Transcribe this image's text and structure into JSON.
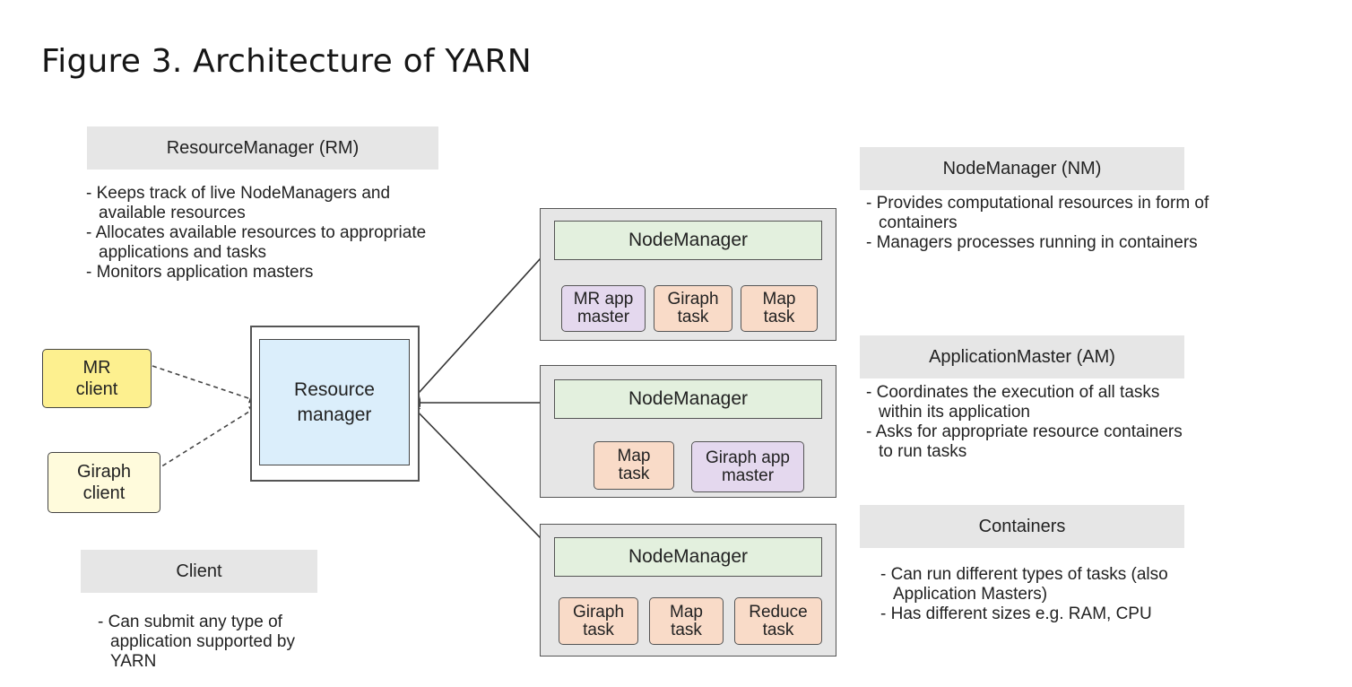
{
  "title": "Figure 3. Architecture of YARN",
  "sections": {
    "rm": {
      "header": "ResourceManager (RM)",
      "items": [
        "Keeps track of live NodeManagers and available resources",
        "Allocates available resources to appropriate applications and tasks",
        "Monitors application masters"
      ]
    },
    "nm": {
      "header": "NodeManager (NM)",
      "items": [
        "Provides computational resources in form of containers",
        "Managers processes running in containers"
      ]
    },
    "am": {
      "header": "ApplicationMaster (AM)",
      "items": [
        "Coordinates the execution of all tasks within its application",
        "Asks for appropriate resource containers to run tasks"
      ]
    },
    "containers": {
      "header": "Containers",
      "items": [
        "Can run different types of tasks (also Application Masters)",
        "Has different sizes e.g. RAM, CPU"
      ]
    },
    "client": {
      "header": "Client",
      "items": [
        "Can submit any type of application supported by YARN"
      ]
    }
  },
  "resource_manager": {
    "label": "Resource\nmanager"
  },
  "clients": {
    "mr": {
      "label": "MR\nclient",
      "color": "#fdf08f"
    },
    "giraph": {
      "label": "Giraph\nclient",
      "color": "#fffbdc"
    }
  },
  "node_groups": [
    {
      "nodemanager": "NodeManager",
      "tasks": [
        {
          "label": "MR app\nmaster",
          "kind": "app-master"
        },
        {
          "label": "Giraph\ntask",
          "kind": "task"
        },
        {
          "label": "Map\ntask",
          "kind": "task"
        }
      ]
    },
    {
      "nodemanager": "NodeManager",
      "tasks": [
        {
          "label": "Map\ntask",
          "kind": "task"
        },
        {
          "label": "Giraph app\nmaster",
          "kind": "app-master"
        }
      ]
    },
    {
      "nodemanager": "NodeManager",
      "tasks": [
        {
          "label": "Giraph\ntask",
          "kind": "task"
        },
        {
          "label": "Map\ntask",
          "kind": "task"
        },
        {
          "label": "Reduce\ntask",
          "kind": "task"
        }
      ]
    }
  ],
  "colors": {
    "header_bg": "#e6e6e6",
    "rm_fill": "#dbeefb",
    "nodemanager_fill": "#e3f0de",
    "task_fill": "#f9dbc8",
    "app_master_fill": "#e4d8ee"
  }
}
